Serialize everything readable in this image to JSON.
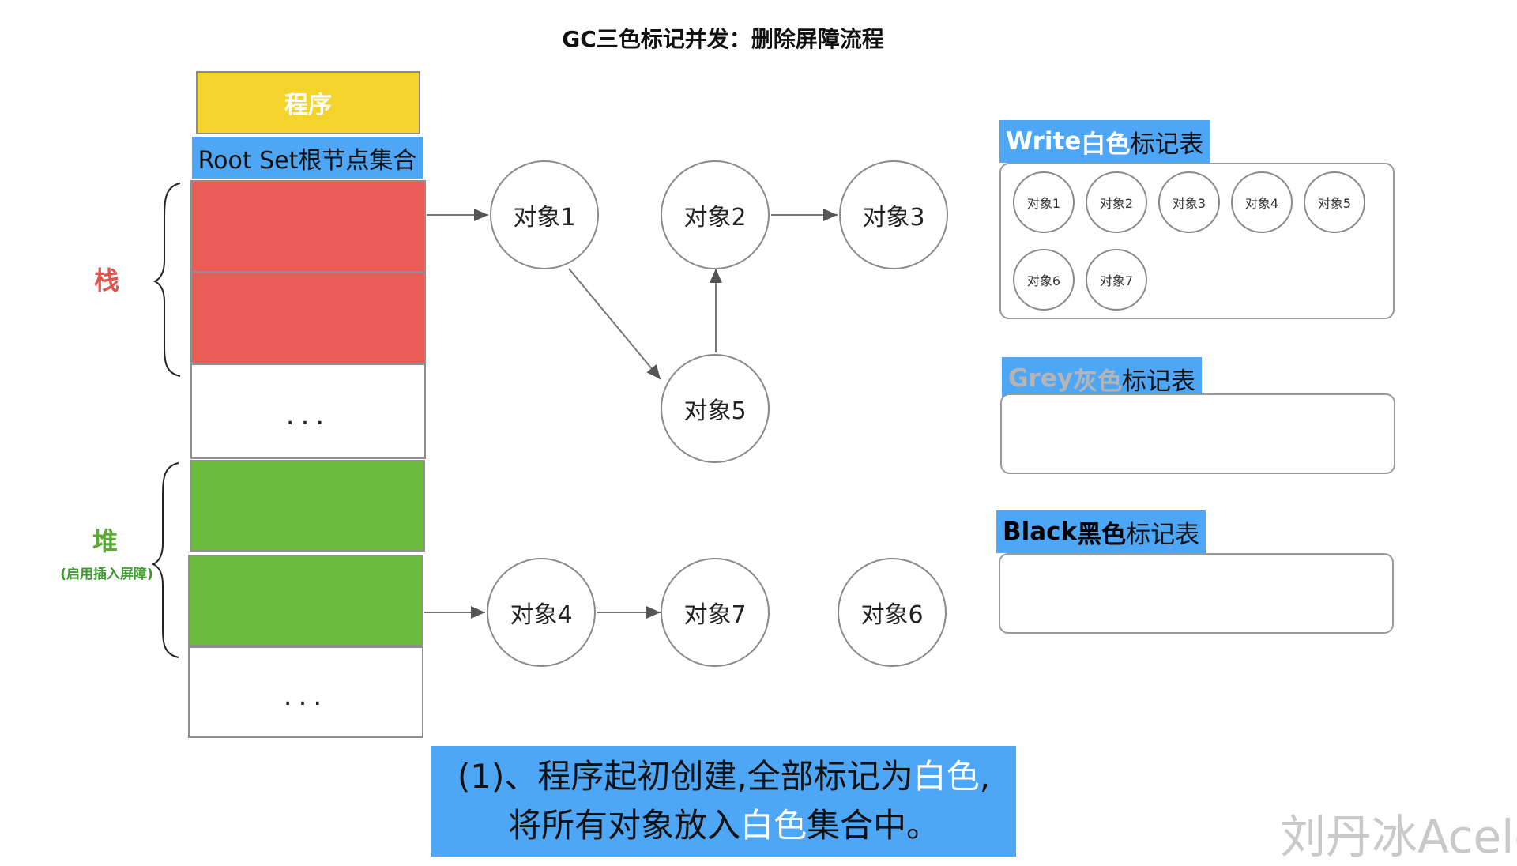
{
  "title": "GC三色标记并发：删除屏障流程",
  "program_label": "程序",
  "rootset_label": "Root Set根节点集合",
  "stack_label": "栈",
  "heap_label": "堆",
  "heap_note": "(启用插入屏障)",
  "ellipsis": "...",
  "nodes": {
    "obj1": "对象1",
    "obj2": "对象2",
    "obj3": "对象3",
    "obj4": "对象4",
    "obj5": "对象5",
    "obj6": "对象6",
    "obj7": "对象7"
  },
  "tables": {
    "white": {
      "title_en": "Write ",
      "title_color": "白色",
      "title_suffix": "标记表",
      "items": [
        "对象1",
        "对象2",
        "对象3",
        "对象4",
        "对象5",
        "对象6",
        "对象7"
      ]
    },
    "grey": {
      "title_en": "Grey ",
      "title_color": "灰色",
      "title_suffix": "标记表",
      "items": []
    },
    "black": {
      "title_en": "Black ",
      "title_color": "黑色",
      "title_suffix": "标记表",
      "items": []
    }
  },
  "caption": {
    "line1_a": "(1)、程序起初创建,全部标记为",
    "line1_hl": "白色",
    "line1_b": ",",
    "line2_a": "将所有对象放入",
    "line2_hl": "白色",
    "line2_b": "集合中。"
  },
  "watermark": "刘丹冰Aceld",
  "colors": {
    "accent_blue": "#4da6f6",
    "program_yellow": "#f5d32d",
    "stack_red": "#ea5d56",
    "heap_green": "#6bbb3e"
  }
}
